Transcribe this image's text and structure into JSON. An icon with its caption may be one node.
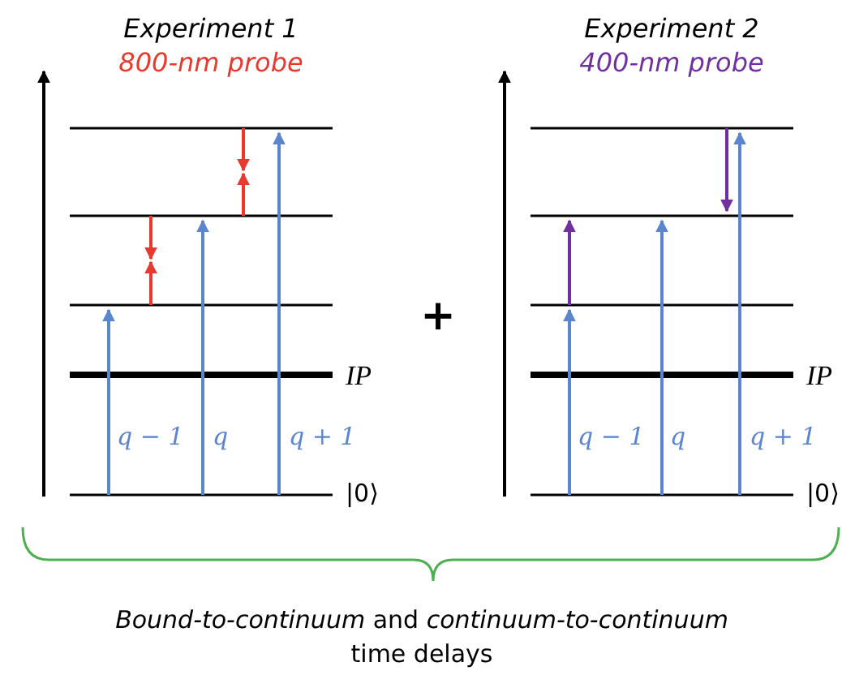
{
  "diagram": {
    "caption": "*Bound-to-continuum* and *continuum-to-continuum* time delays",
    "labels": [
      "Experiment 1",
      "800-nm probe",
      "Experiment 2",
      "400-nm probe",
      "+",
      "IP",
      "q − 1",
      "q",
      "q + 1",
      "|0⟩",
      "IP",
      "q − 1",
      "q",
      "q + 1",
      "|0⟩"
    ]
  }
}
